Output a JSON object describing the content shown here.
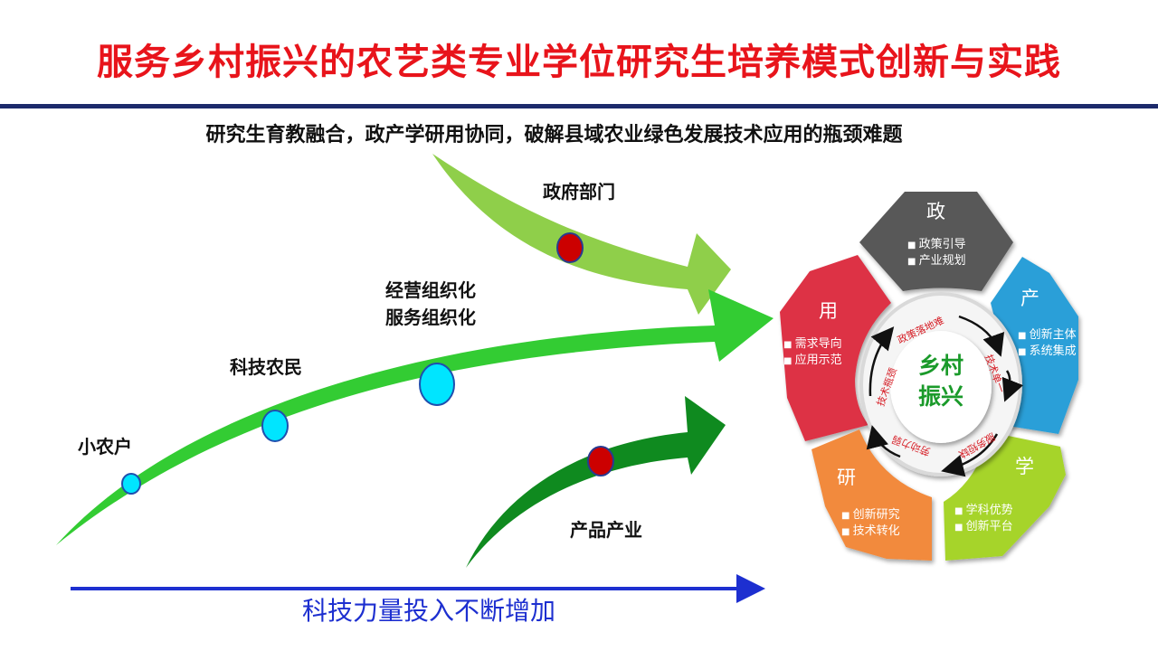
{
  "title": "服务乡村振兴的农艺类专业学位研究生培养模式创新与实践",
  "subtitle": "研究生育教融合，政产学研用协同，破解县域农业绿色发展技术应用的瓶颈难题",
  "labels": {
    "xiaononghu": "小农户",
    "kejinongmin": "科技农民",
    "jingying": "经营组织化",
    "fuwu": "服务组织化",
    "zhengfu": "政府部门",
    "chanpin": "产品产业"
  },
  "bottom_text": "科技力量投入不断增加",
  "center": {
    "line1": "乡村",
    "line2": "振兴"
  },
  "segments": [
    {
      "key": "zheng",
      "title": "政",
      "items": [
        "政策引导",
        "产业规划"
      ],
      "color": "#595959"
    },
    {
      "key": "chan",
      "title": "产",
      "items": [
        "创新主体",
        "系统集成"
      ],
      "color": "#2a9fd8"
    },
    {
      "key": "xue",
      "title": "学",
      "items": [
        "学科优势",
        "创新平台"
      ],
      "color": "#a6d42c"
    },
    {
      "key": "yan",
      "title": "研",
      "items": [
        "创新研究",
        "技术转化"
      ],
      "color": "#f28a3c"
    },
    {
      "key": "yong",
      "title": "用",
      "items": [
        "需求导向",
        "应用示范"
      ],
      "color": "#dd3145"
    }
  ],
  "ring_texts": [
    "政策落地难",
    "技术单一",
    "服务短缺",
    "劳动力弱",
    "技术瓶颈"
  ],
  "colors": {
    "title": "#e8141b",
    "rule": "#1c2a6b",
    "main_arrow": "#33cc33",
    "top_arrow": "#8fcf4a",
    "low_arrow": "#0f8a1f",
    "node_cyan": "#00e5ff",
    "node_red": "#cc0000",
    "axis": "#1d2fd0"
  }
}
